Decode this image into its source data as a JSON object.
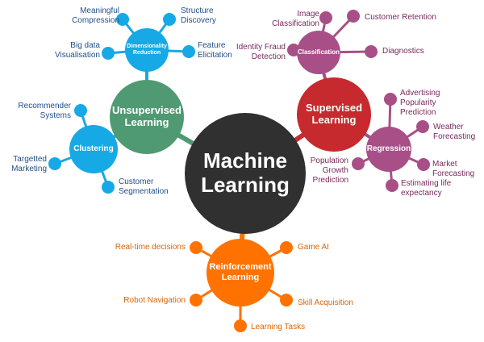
{
  "colors": {
    "center": "#303030",
    "unsupervised": "#4f9a73",
    "blue": "#16a9e6",
    "blue_text": "#1f4f8a",
    "supervised": "#c62a2e",
    "purple": "#a84f87",
    "purple_text": "#7a2a5c",
    "orange": "#ff7200",
    "orange_text": "#d9650a"
  },
  "center": {
    "label": "Machine Learning"
  },
  "unsupervised": {
    "label": "Unsupervised Learning",
    "dimensionality": {
      "label": "Dimensionality Reduction",
      "leaves": [
        "Meaningful Compression",
        "Structure Discovery",
        "Big data Visualisation",
        "Feature Elicitation"
      ]
    },
    "clustering": {
      "label": "Clustering",
      "leaves": [
        "Recommender Systems",
        "Targetted Marketing",
        "Customer Segmentation"
      ]
    }
  },
  "supervised": {
    "label": "Supervised Learning",
    "classification": {
      "label": "Classification",
      "leaves": [
        "Image Classification",
        "Customer Retention",
        "Identity Fraud Detection",
        "Diagnostics"
      ]
    },
    "regression": {
      "label": "Regression",
      "leaves": [
        "Advertising Popularity Prediction",
        "Weather Forecasting",
        "Population Growth Prediction",
        "Market Forecasting",
        "Estimating life expectancy"
      ]
    }
  },
  "reinforcement": {
    "label": "Reinforcement Learning",
    "leaves": [
      "Real-time decisions",
      "Game AI",
      "Robot Navigation",
      "Skill Acquisition",
      "Learning Tasks"
    ]
  }
}
